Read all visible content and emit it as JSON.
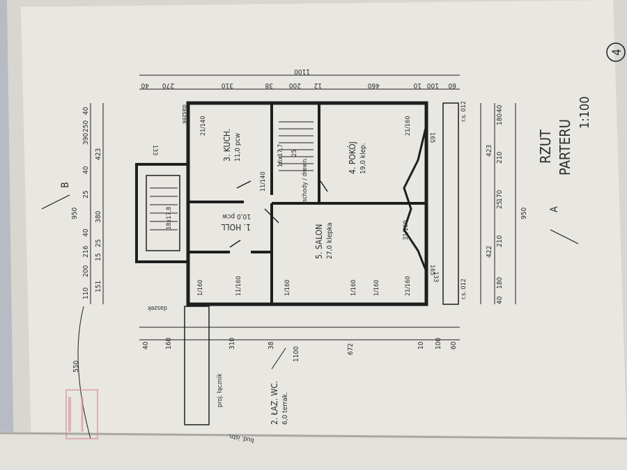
{
  "sheet_number": "4",
  "title": {
    "line1": "RZUT",
    "line2": "PARTERU",
    "scale": "1:100"
  },
  "rooms": [
    {
      "number": "1.",
      "name": "HOLL",
      "area": "10,0",
      "floor": "pcw"
    },
    {
      "number": "2.",
      "name": "ŁAZ. WC.",
      "area": "6,0",
      "floor": "terrak."
    },
    {
      "number": "3.",
      "name": "KUCH.",
      "area": "11,0",
      "floor": "pcw"
    },
    {
      "number": "4.",
      "name": "POKÓJ",
      "area": "19,0",
      "floor": "klep."
    },
    {
      "number": "5.",
      "name": "SALON",
      "area": "27,0",
      "floor": "klepka"
    }
  ],
  "labels": {
    "stairs": "schody / drewn.",
    "stairs_dims": "16x17,7",
    "stairs_25": "25",
    "stairs_main": "18x17,8",
    "daszek_top": "daszek",
    "daszek_bottom": "daszek",
    "proj_taras": "proj. łącznik",
    "bud_istn": "bud. istn.",
    "section_a": "A",
    "section_b": "B",
    "rs_top": "r.s. 012",
    "rs_bottom": "r.s. 012"
  },
  "dimensions": {
    "top_total": "1100",
    "bottom_total": "1100",
    "bottom_672": "672",
    "left_total": "950",
    "right_total": "950",
    "left_550": "550",
    "top_row": [
      "40",
      "270",
      "310",
      "38",
      "200",
      "12",
      "460",
      "10",
      "100",
      "60"
    ],
    "bottom_row": [
      "40",
      "160",
      "310",
      "38",
      "10",
      "100",
      "60"
    ],
    "left_row": [
      "40",
      "250",
      "423",
      "390",
      "40",
      "25",
      "380",
      "40",
      "216",
      "25",
      "200",
      "15",
      "151",
      "110"
    ],
    "right_row": [
      "40",
      "180",
      "423",
      "210",
      "170",
      "25",
      "422",
      "210",
      "180",
      "40"
    ],
    "windows": [
      "21/140",
      "21/160",
      "1/160",
      "1/160",
      "1/160",
      "1/160",
      "21/160",
      "133",
      "165",
      "133",
      "165",
      "31/160",
      "11/140",
      "11/160"
    ]
  },
  "colors": {
    "paper": "#e8e7e2",
    "ink": "#1e1e1e",
    "stamp": "#d98a9a"
  }
}
